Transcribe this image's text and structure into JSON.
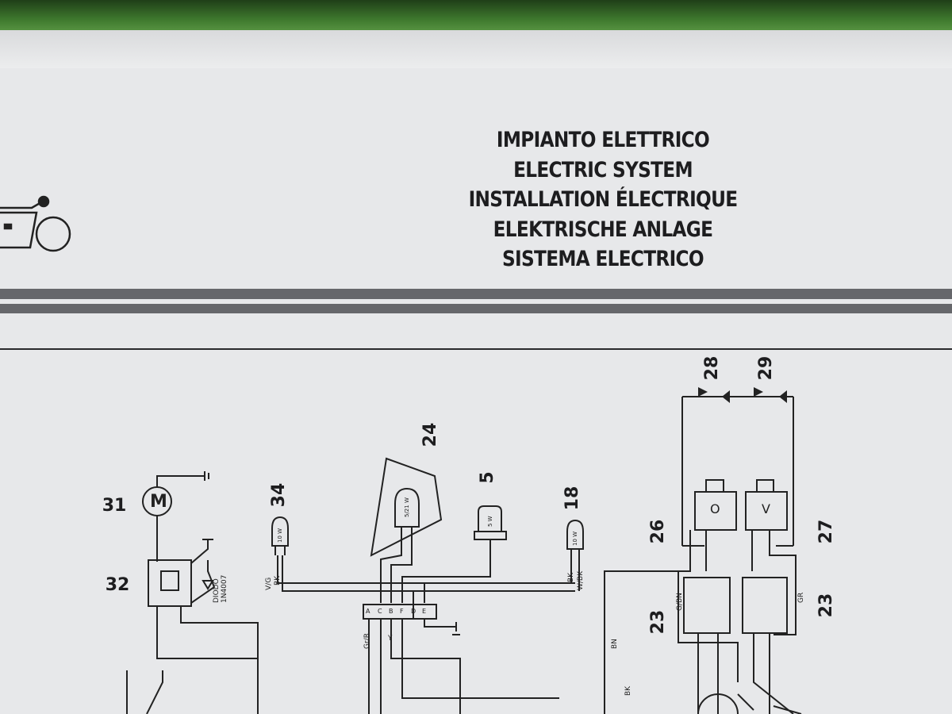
{
  "titles": [
    "IMPIANTO ELETTRICO",
    "ELECTRIC SYSTEM",
    "INSTALLATION ÉLECTRIQUE",
    "ELEKTRISCHE ANLAGE",
    "SISTEMA ELECTRICO"
  ],
  "components": {
    "c31": "31",
    "c32": "32",
    "c34": "34",
    "c24": "24",
    "c5": "5",
    "c18": "18",
    "c28": "28",
    "c29": "29",
    "c26": "26",
    "c27": "27",
    "c23a": "23",
    "c23b": "23"
  },
  "symbols": {
    "motor": "M",
    "indicator_o": "O",
    "indicator_v": "V"
  },
  "wire_labels": {
    "diode": "DIODO",
    "diode_model": "1N4007",
    "lamp34": "10 W",
    "lamp24": "5/21 W",
    "lamp5": "5 W",
    "lamp18": "10 W",
    "w34": "V/G",
    "bk34": "BK",
    "bk18": "BK",
    "wbk18": "W/BK",
    "grr": "Gr/R",
    "y": "Y",
    "gbn": "G/BN",
    "gr": "GR",
    "bn": "BN",
    "bk": "BK"
  },
  "connector_pins": [
    "A",
    "C",
    "B",
    "F",
    "D",
    "E"
  ]
}
